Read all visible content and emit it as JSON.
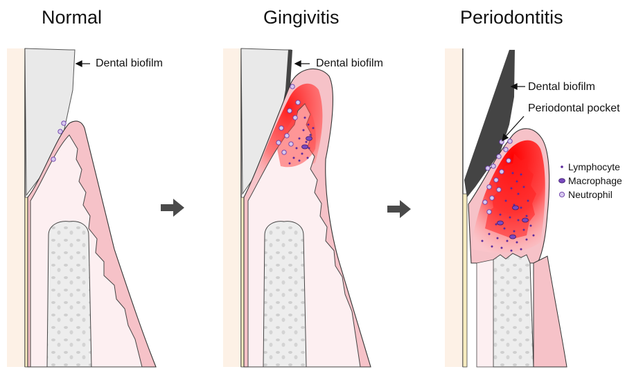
{
  "stages": [
    {
      "title": "Normal"
    },
    {
      "title": "Gingivitis"
    },
    {
      "title": "Periodontitis"
    }
  ],
  "labels": {
    "dental_biofilm": "Dental biofilm",
    "periodontal_pocket": "Periodontal pocket"
  },
  "legend": [
    {
      "label": "Lymphocyte"
    },
    {
      "label": "Macrophage"
    },
    {
      "label": "Neutrophil"
    }
  ],
  "colors": {
    "tooth_root": "#fdf1e6",
    "enamel": "#e9e9e9",
    "gingiva_outer": "#f6c2c8",
    "gingiva_inner": "#fdeff1",
    "inflammation": "#ff2a2a",
    "bone": "#ededed",
    "cells": "#6a3aa8",
    "biofilm": "#333333"
  }
}
